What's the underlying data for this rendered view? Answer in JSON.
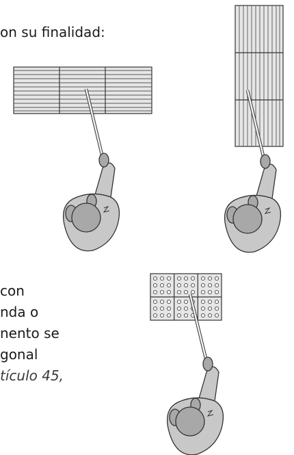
{
  "text_lines": [
    "on su finalidad:",
    "con",
    "nda o",
    "nento se",
    "gonal",
    "tículo 45,"
  ],
  "colors": {
    "body_fill": "#c8c8c8",
    "head_fill": "#a8a8a8",
    "panel_fill": "#e6e6e6",
    "stroke": "#333333"
  }
}
